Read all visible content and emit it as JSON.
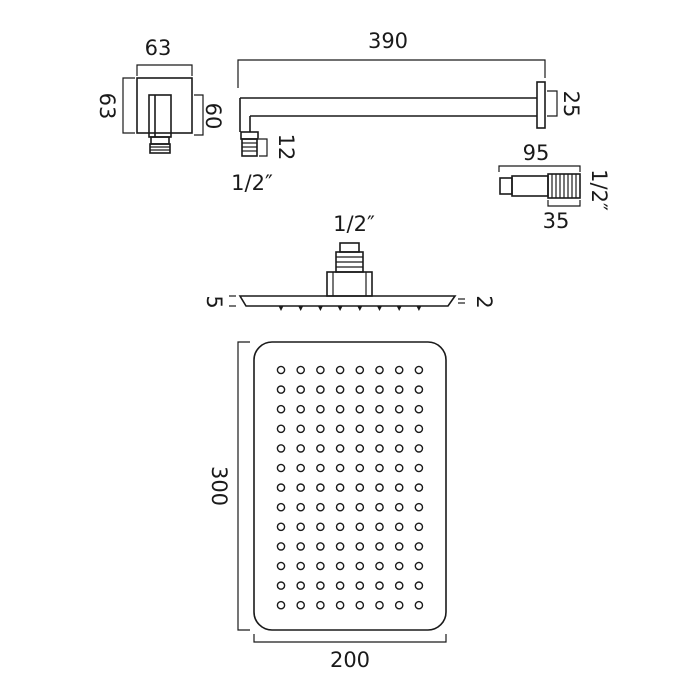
{
  "wall_bracket": {
    "width_label": "63",
    "height_label_left": "63",
    "depth_label_right": "60"
  },
  "shower_arm": {
    "length_label": "390",
    "flange_label": "25",
    "outlet_label": "12",
    "thread_label": "1/2″"
  },
  "elbow": {
    "length_label": "95",
    "thread_label": "1/2″",
    "body_label": "35"
  },
  "head_side": {
    "thread_label": "1/2″",
    "left_thickness_label": "5",
    "right_thickness_label": "2"
  },
  "head_face": {
    "height_label": "300",
    "width_label": "200",
    "nozzle_rows": 13,
    "nozzle_cols": 8
  }
}
